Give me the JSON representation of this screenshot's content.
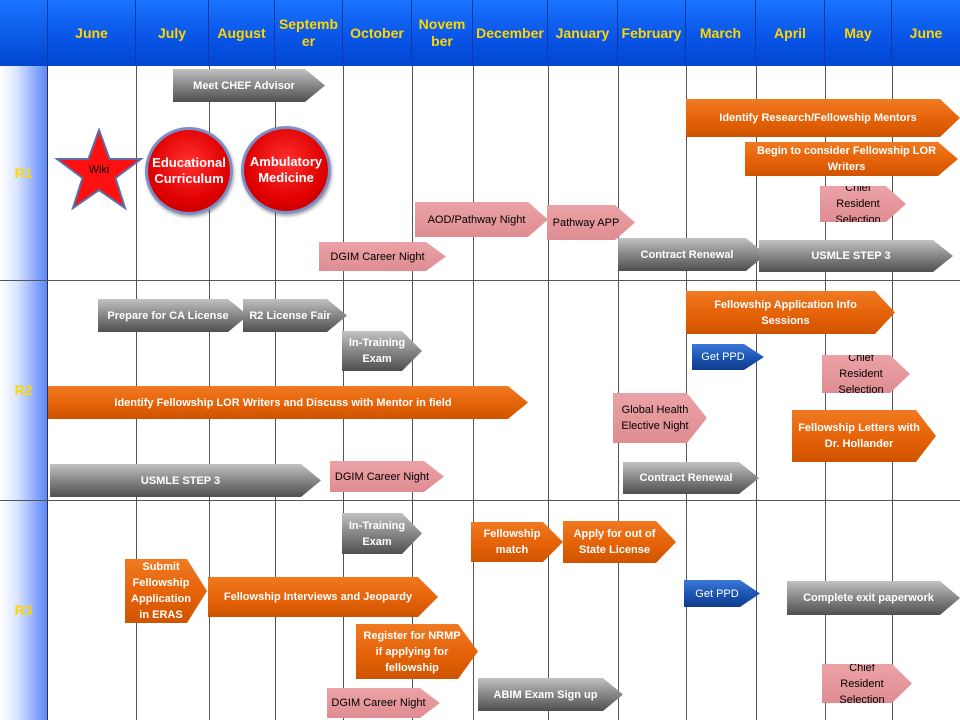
{
  "months": [
    "June",
    "July",
    "August",
    "September",
    "October",
    "November",
    "December",
    "January",
    "February",
    "March",
    "April",
    "May",
    "June"
  ],
  "rows": [
    "R1",
    "R2",
    "R3"
  ],
  "colors": {
    "header_text": "#ffd700",
    "header_bg": "#0a56e8",
    "orange": "#e56208",
    "pink": "#df8d92",
    "gray": "#8c8c8c",
    "blue": "#1b53b0",
    "red": "#e00000"
  },
  "shapes": {
    "wiki_star": "Wiki",
    "educational_curriculum": "Educational Curriculum",
    "ambulatory_medicine": "Ambulatory Medicine"
  },
  "r1": {
    "meet_chef_advisor": "Meet CHEF Advisor",
    "identify_research_mentors": "Identify Research/Fellowship Mentors",
    "begin_lor_writers": "Begin to consider Fellowship LOR Writers",
    "chief_resident_selection": "Chief Resident Selection",
    "aod_pathway_night": "AOD/Pathway Night",
    "pathway_app": "Pathway APP",
    "contract_renewal": "Contract Renewal",
    "usmle_step3": "USMLE STEP 3",
    "dgim_career_night": "DGIM Career Night"
  },
  "r2": {
    "prepare_ca_license": "Prepare for CA License",
    "r2_license_fair": "R2 License Fair",
    "fellowship_info_sessions": "Fellowship Application Info Sessions",
    "in_training_exam": "In-Training Exam",
    "get_ppd": "Get PPD",
    "chief_resident_selection": "Chief Resident Selection",
    "identify_lor_writers": "Identify Fellowship LOR Writers and Discuss with Mentor in field",
    "global_health_night": "Global Health Elective Night",
    "fellowship_letters": "Fellowship Letters with Dr. Hollander",
    "usmle_step3": "USMLE STEP 3",
    "dgim_career_night": "DGIM Career Night",
    "contract_renewal": "Contract Renewal"
  },
  "r3": {
    "in_training_exam": "In-Training Exam",
    "fellowship_match": "Fellowship match",
    "apply_out_of_state": "Apply for out of State License",
    "submit_eras": "Submit Fellowship Application in ERAS",
    "interviews_jeopardy": "Fellowship Interviews and Jeopardy",
    "get_ppd": "Get PPD",
    "exit_paperwork": "Complete exit paperwork",
    "register_nrmp": "Register for NRMP if applying for fellowship",
    "abim_signup": "ABIM Exam Sign up",
    "chief_resident_selection": "Chief Resident Selection",
    "dgim_career_night": "DGIM Career Night"
  }
}
